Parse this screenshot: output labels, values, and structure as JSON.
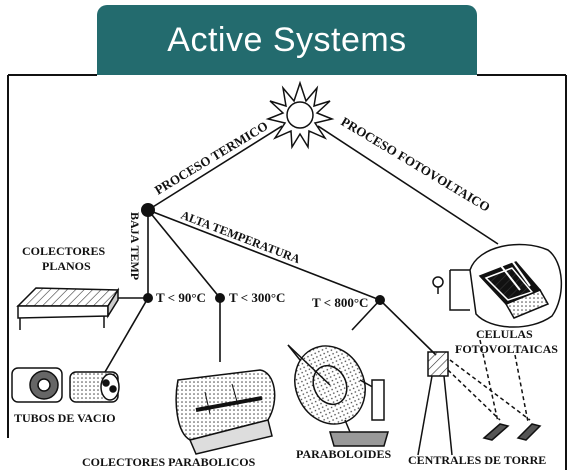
{
  "title": "Active Systems",
  "labels": {
    "proceso_termico": "PROCESO TERMICO",
    "proceso_fotovoltaico": "PROCESO FOTOVOLTAICO",
    "alta_temperatura": "ALTA TEMPERATURA",
    "baja_temp": "BAJA TEMP",
    "colectores_planos_1": "COLECTORES",
    "colectores_planos_2": "PLANOS",
    "t90": "T < 90°C",
    "t300": "T < 300°C",
    "t800": "T < 800°C",
    "celulas_1": "CELULAS",
    "celulas_2": "FOTOVOLTAICAS",
    "tubos_vacio": "TUBOS DE VACIO",
    "colectores_parabolicos": "COLECTORES PARABOLICOS",
    "paraboloides": "PARABOLOIDES",
    "centrales_torre": "CENTRALES DE TORRE"
  },
  "colors": {
    "banner": "#236b6e",
    "ink": "#111111"
  }
}
